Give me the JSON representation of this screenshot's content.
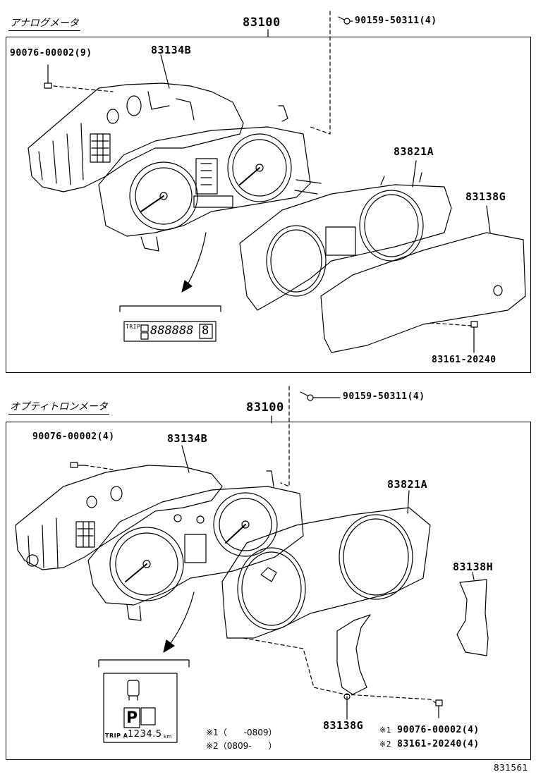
{
  "upper": {
    "title": "アナログメータ",
    "assembly": "83100",
    "screw_top": "90159-50311(4)",
    "screw_left": "90076-00002(9)",
    "parts": {
      "case": "83134B",
      "plate": "83821A",
      "glass": "83138G",
      "bolt": "83161-20240"
    },
    "lcd": {
      "trip": "TRIP",
      "segments": "888888",
      "digit": "8"
    }
  },
  "lower": {
    "title": "オプティトロンメータ",
    "assembly": "83100",
    "screw_top": "90159-50311(4)",
    "screw_left": "90076-00002(4)",
    "parts": {
      "case": "83134B",
      "plate": "83821A",
      "cover": "83138H",
      "glass": "83138G"
    },
    "notes": [
      {
        "mark": "※1",
        "part": "90076-00002(4)",
        "range": "※1（　　-0809）"
      },
      {
        "mark": "※2",
        "part": "83161-20240(4)",
        "range": "※2（0809-　　）"
      }
    ],
    "display": {
      "gear": "P",
      "trip": "TRIP A",
      "odo": "1234.5",
      "unit": "km"
    }
  },
  "figure_id": "831561"
}
